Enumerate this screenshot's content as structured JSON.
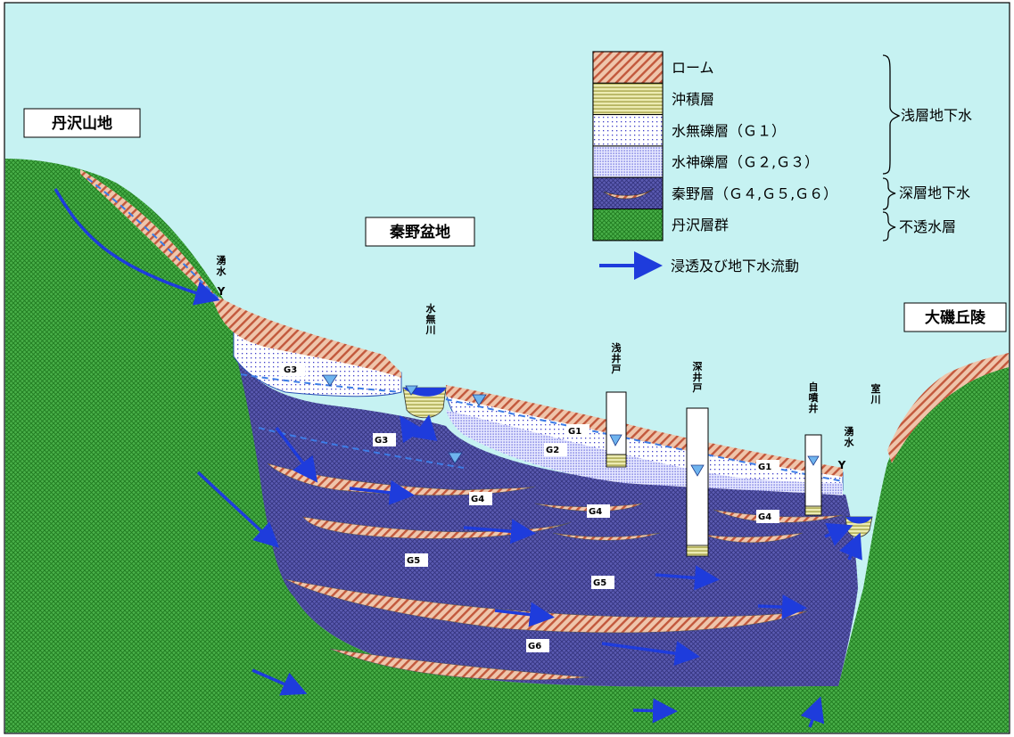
{
  "regions": {
    "left_mountain": "丹沢山地",
    "basin": "秦野盆地",
    "right_hills": "大磯丘陵"
  },
  "legend": {
    "items": [
      {
        "label": "ローム",
        "pattern": "loam"
      },
      {
        "label": "沖積層",
        "pattern": "alluvium"
      },
      {
        "label": "水無礫層（Ｇ１）",
        "pattern": "g1"
      },
      {
        "label": "水神礫層（Ｇ２,Ｇ３）",
        "pattern": "g23"
      },
      {
        "label": "秦野層（Ｇ４,Ｇ５,Ｇ６）",
        "pattern": "hadano"
      },
      {
        "label": "丹沢層群",
        "pattern": "tanzawa"
      }
    ],
    "groups": [
      {
        "label": "浅層地下水"
      },
      {
        "label": "深層地下水"
      },
      {
        "label": "不透水層"
      }
    ],
    "arrow_label": "浸透及び地下水流動"
  },
  "features": {
    "spring_left": "湧水",
    "minase_river": "水無川",
    "shallow_well": "浅井戸",
    "deep_well": "深井戸",
    "artesian_well": "自噴井",
    "spring_right": "湧水",
    "muro_river": "室川"
  },
  "layer_tags": {
    "g1a": "G1",
    "g1b": "G1",
    "g2": "G2",
    "g3a": "G3",
    "g3b": "G3",
    "g4a": "G4",
    "g4b": "G4",
    "g4c": "G4",
    "g5a": "G5",
    "g5b": "G5",
    "g6": "G6"
  },
  "colors": {
    "sky": "#c6f2f2",
    "tanzawa": "#3ca63c",
    "hadano": "#5a5aa8",
    "loam": "#e8b89a",
    "gravel": "#d2d6f6",
    "alluvium": "#e4e2a0",
    "arrow": "#1e3cdc"
  }
}
